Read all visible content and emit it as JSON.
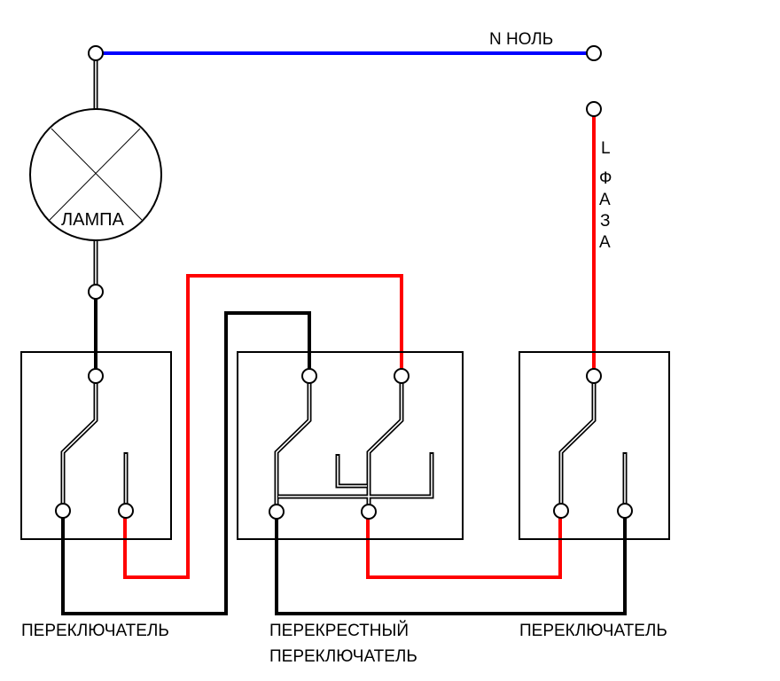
{
  "colors": {
    "neutral_wire": "#0000ff",
    "phase_wire": "#ff0000",
    "black_wire": "#000000",
    "background": "#ffffff"
  },
  "labels": {
    "neutral": "N НОЛЬ",
    "phase_letter": "L",
    "phase_vertical": [
      "Ф",
      "А",
      "З",
      "А"
    ],
    "lamp": "ЛАМПА",
    "switch_left": "ПЕРЕКЛЮЧАТЕЛЬ",
    "switch_cross_line1": "ПЕРЕКРЕСТНЫЙ",
    "switch_cross_line2": "ПЕРЕКЛЮЧАТЕЛЬ",
    "switch_right": "ПЕРЕКЛЮЧАТЕЛЬ"
  },
  "components": [
    {
      "id": "lamp",
      "type": "lamp",
      "label_key": "lamp"
    },
    {
      "id": "switch-left",
      "type": "two-way-switch",
      "label_key": "switch_left"
    },
    {
      "id": "switch-cross",
      "type": "cross-switch",
      "label_key": "switch_cross"
    },
    {
      "id": "switch-right",
      "type": "two-way-switch",
      "label_key": "switch_right"
    }
  ],
  "connections": [
    {
      "from": "neutral-terminal",
      "to": "lamp",
      "color": "blue"
    },
    {
      "from": "phase-terminal",
      "to": "switch-right.common",
      "color": "red"
    },
    {
      "from": "lamp",
      "to": "switch-left.common",
      "color": "black"
    },
    {
      "from": "switch-left.out1",
      "to": "switch-cross.in1",
      "color": "black"
    },
    {
      "from": "switch-left.out2",
      "to": "switch-cross.in2",
      "color": "red"
    },
    {
      "from": "switch-cross.out1",
      "to": "switch-right.out2",
      "color": "black"
    },
    {
      "from": "switch-cross.out2",
      "to": "switch-right.out1",
      "color": "red"
    }
  ]
}
